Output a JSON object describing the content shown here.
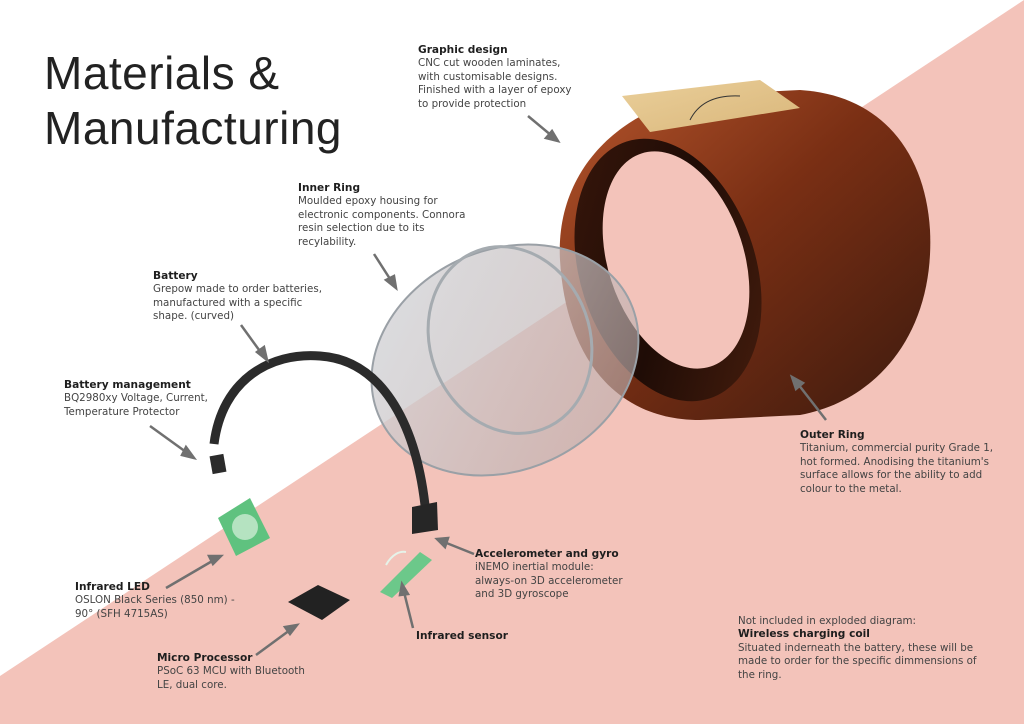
{
  "page": {
    "title_line1": "Materials &",
    "title_line2": "Manufacturing",
    "background_colors": {
      "base": "#ffffff",
      "accent_band": "#f3c3ba"
    }
  },
  "annotations": {
    "graphic_design": {
      "heading": "Graphic design",
      "body": "CNC cut wooden laminates,\nwith customisable designs.\nFinished with a layer of epoxy\nto provide protection"
    },
    "inner_ring": {
      "heading": "Inner Ring",
      "body": "Moulded epoxy housing for\nelectronic components. Connora\nresin selection due to its\nrecylability."
    },
    "battery": {
      "heading": "Battery",
      "body": "Grepow made to order batteries,\nmanufactured with a specific\nshape. (curved)"
    },
    "battery_management": {
      "heading": "Battery management",
      "body": "BQ2980xy Voltage, Current,\nTemperature Protector"
    },
    "outer_ring": {
      "heading": "Outer Ring",
      "body": "Titanium, commercial purity Grade 1,\nhot formed. Anodising the titanium's\nsurface allows for the ability to add\ncolour to the metal."
    },
    "accelerometer": {
      "heading": "Accelerometer and gyro",
      "body": "iNEMO inertial module:\n always-on 3D accelerometer\nand 3D gyroscope"
    },
    "infrared_sensor": {
      "heading": "Infrared sensor"
    },
    "infrared_led": {
      "heading": "Infrared LED",
      "body": "OSLON Black Series (850 nm) -\n90° (SFH 4715AS)"
    },
    "micro_processor": {
      "heading": "Micro Processor",
      "body": "PSoC 63 MCU with Bluetooth\nLE,  dual core."
    },
    "wireless_coil": {
      "intro": "Not included in exploded diagram:",
      "heading": "Wireless charging coil",
      "body": " Situated inderneath the battery, these will be\nmade to order for the specific dimmensions of\nthe ring."
    }
  },
  "components": [
    {
      "id": "outer-ring",
      "color": "#7a3418"
    },
    {
      "id": "graphic-inlay",
      "color": "#e2c48e"
    },
    {
      "id": "inner-ring",
      "color": "#c9cdd2"
    },
    {
      "id": "battery",
      "color": "#2a2a2a"
    },
    {
      "id": "battery-management-chip",
      "color": "#2a2a2a"
    },
    {
      "id": "accelerometer-chip",
      "color": "#2a2a2a"
    },
    {
      "id": "micro-processor-chip",
      "color": "#2a2a2a"
    },
    {
      "id": "infrared-led",
      "color": "#6cc88a"
    },
    {
      "id": "infrared-sensor",
      "color": "#6cc88a"
    }
  ]
}
